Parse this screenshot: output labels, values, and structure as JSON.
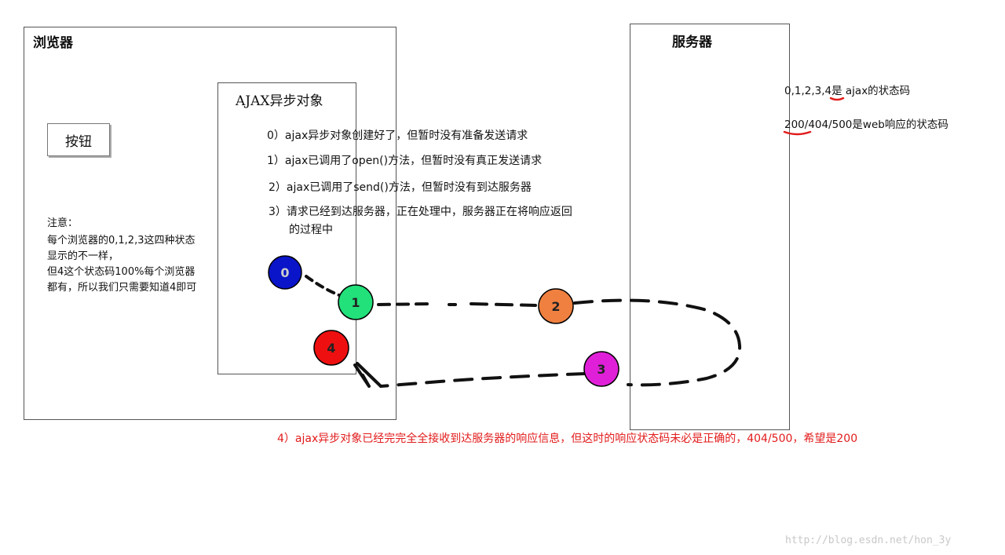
{
  "browser": {
    "title": "浏览器",
    "button_label": "按钮",
    "note": {
      "heading": "注意：",
      "lines": [
        "每个浏览器的0,1,2,3这四种状态",
        "显示的不一样，",
        "但4这个状态码100%每个浏览器",
        "都有，所以我们只需要知道4即可"
      ]
    }
  },
  "ajax_object": {
    "title": "AJAX异步对象",
    "states": [
      "0）ajax异步对象创建好了，但暂时没有准备发送请求",
      "1）ajax已调用了open()方法，但暂时没有真正发送请求",
      "2）ajax已调用了send()方法，但暂时没有到达服务器",
      "3）请求已经到达服务器，正在处理中，服务器正在将响应返回",
      "的过程中"
    ]
  },
  "server": {
    "title": "服务器"
  },
  "right_notes": {
    "ajax_status": "0,1,2,3,4是 ajax的状态码",
    "web_status": "200/404/500是web响应的状态码"
  },
  "state4_description": "4）ajax异步对象已经完完全全接收到达服务器的响应信息，但这时的响应状态码未必是正确的，404/500，希望是200",
  "nodes": [
    {
      "label": "0",
      "color": "#0a14c8"
    },
    {
      "label": "1",
      "color": "#22e07a"
    },
    {
      "label": "2",
      "color": "#f08040"
    },
    {
      "label": "3",
      "color": "#e020d8"
    },
    {
      "label": "4",
      "color": "#ee1010"
    }
  ],
  "colors": {
    "accent_red": "#e21b1b",
    "line": "#111111"
  },
  "watermark": "http://blog.esdn.net/hon_3y"
}
